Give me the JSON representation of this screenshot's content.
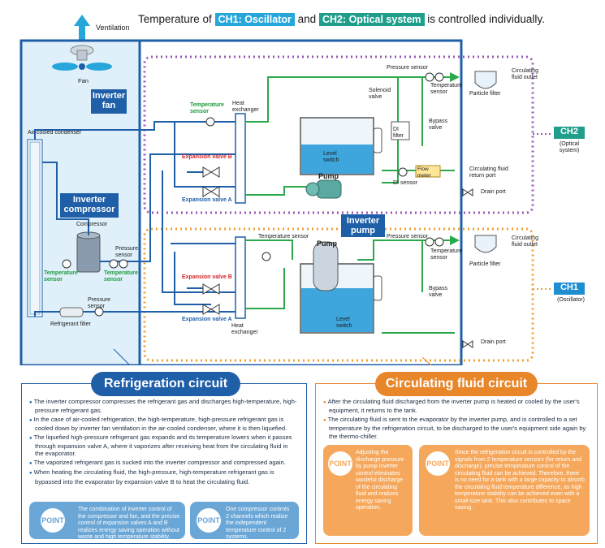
{
  "header": {
    "prefix": "Temperature of",
    "ch1_tag": "CH1: Oscillator",
    "and": "and",
    "ch2_tag": "CH2: Optical system",
    "suffix": "is controlled individually."
  },
  "labels": {
    "ventilation": "Ventilation",
    "fan": "Fan",
    "inverter_fan": "Inverter fan",
    "air_cooled_condenser": "Air-cooled condenser",
    "inverter_compressor": "Inverter compressor",
    "compressor": "Compressor",
    "pressure_sensor": "Pressure sensor",
    "temperature_sensor": "Temperature sensor",
    "refrigerant_filter": "Refrigerant filter",
    "heat_exchanger": "Heat exchanger",
    "expansion_valve_b": "Expansion valve B",
    "expansion_valve_a": "Expansion valve A",
    "solenoid_valve": "Solenoid valve",
    "di_filter": "DI filter",
    "di_sensor": "DI sensor",
    "level_switch": "Level switch",
    "pump": "Pump",
    "inverter_pump": "Inverter pump",
    "flow_meter": "Flow meter",
    "bypass_valve": "Bypass valve",
    "particle_filter": "Particle filter",
    "circ_outlet": "Circulating fluid outlet",
    "circ_return": "Circulating fluid return port",
    "drain_port": "Drain port",
    "ch2": "CH2",
    "ch2_sub": "(Optical system)",
    "ch1": "CH1",
    "ch1_sub": "(Oscillator)"
  },
  "refrigeration": {
    "title": "Refrigeration circuit",
    "bullets": [
      "The inverter compressor compresses the refrigerant gas and discharges high-temperature, high-pressure refrigerant gas.",
      "In the case of air-cooled refrigeration, the high-temperature, high-pressure refrigerant gas is cooled down by inverter fan ventilation in the air-cooled condenser, where it is then liquefied.",
      "The liquefied high-pressure refrigerant gas expands and its temperature lowers when it passes through expansion valve A, where it vaporizes after receiving heat from the circulating fluid in the evaporator.",
      "The vaporized refrigerant gas is sucked into the inverter compressor and compressed again.",
      "When heating the circulating fluid, the high-pressure, high-temperature refrigerant gas is bypassed into the evaporator by expansion valve B to heat the circulating fluid."
    ],
    "point_label": "POINT",
    "point1": "The combination of inverter control of the compressor and fan, and the precise control of expansion valves A and B realizes energy saving operation without waste and high temperature stability.",
    "point2": "One compressor controls 2 channels which realize the independent temperature control of 2 systems."
  },
  "circulating": {
    "title": "Circulating fluid circuit",
    "bullets": [
      "After the circulating fluid discharged from the inverter pump is heated or cooled by the user's equipment, it returns to the tank.",
      "The circulating fluid is sent to the evaporator by the inverter pump, and is controlled to a set temperature by the refrigeration circuit, to be discharged to the user's equipment side again by the thermo-chiller."
    ],
    "point_label": "POINT",
    "point1": "Adjusting the discharge pressure by pump inverter control eliminates wasteful discharge of the circulating fluid and realizes energy saving operation.",
    "point2": "Since the refrigeration circuit is controlled by the signals from 2 temperature sensors (for return and discharge), precise temperature control of the circulating fluid can be achieved. Therefore, there is no need for a tank with a large capacity to absorb the circulating fluid temperature difference, as high temperature stability can be achieved even with a small-size tank. This also contributes to space saving."
  },
  "colors": {
    "refrigeration_blue": "#1f5fa8",
    "circulating_orange": "#e8862a",
    "ch2_purple": "#9b59b6",
    "ch1_orange": "#f0a030",
    "pipe_green": "#2aa84a"
  }
}
